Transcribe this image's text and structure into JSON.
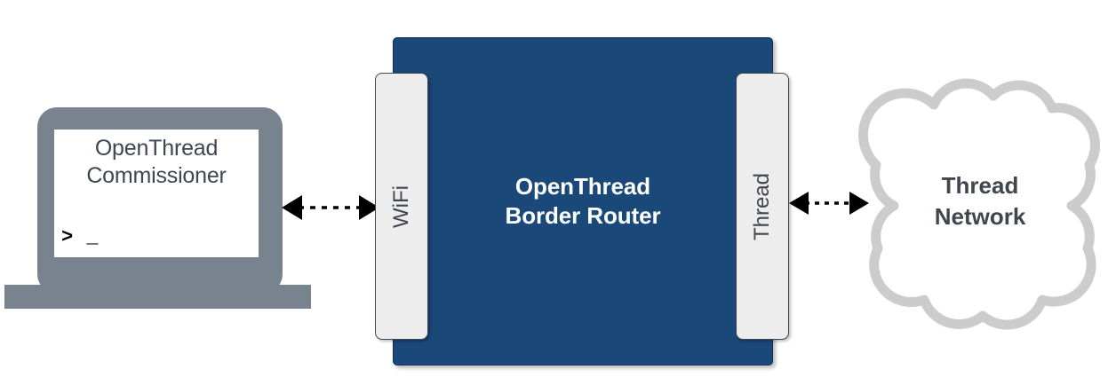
{
  "diagram": {
    "title": "OpenThread Commissioner to Thread Network topology",
    "colors": {
      "router_fill": "#1a4878",
      "router_text": "#ffffff",
      "laptop_gray": "#78838f",
      "tab_fill": "#ededed",
      "text_dark": "#3f464e",
      "cloud_stroke": "#cccccc",
      "cloud_fill": "#ffffff",
      "arrow": "#000000",
      "background": "#ffffff"
    }
  },
  "laptop": {
    "name": "OpenThread Commissioner laptop",
    "screen_title": "OpenThread\nCommissioner",
    "screen_title_line1": "OpenThread",
    "screen_title_line2": "Commissioner",
    "prompt": "> _"
  },
  "router": {
    "name": "OpenThread Border Router",
    "label": "OpenThread\nBorder Router",
    "label_line1": "OpenThread",
    "label_line2": "Border Router",
    "ports": [
      {
        "id": "wifi",
        "label": "WiFi",
        "side": "left"
      },
      {
        "id": "thread",
        "label": "Thread",
        "side": "right"
      }
    ],
    "port_left_label": "WiFi",
    "port_right_label": "Thread"
  },
  "cloud": {
    "name": "Thread Network",
    "label": "Thread\nNetwork",
    "label_line1": "Thread",
    "label_line2": "Network"
  },
  "connectors": [
    {
      "id": "laptop-to-router",
      "from": "OpenThread Commissioner",
      "to": "WiFi port",
      "style": "dashed",
      "direction": "bidirectional",
      "label": ""
    },
    {
      "id": "router-to-cloud",
      "from": "Thread port",
      "to": "Thread Network",
      "style": "dashed",
      "direction": "bidirectional",
      "label": ""
    }
  ]
}
